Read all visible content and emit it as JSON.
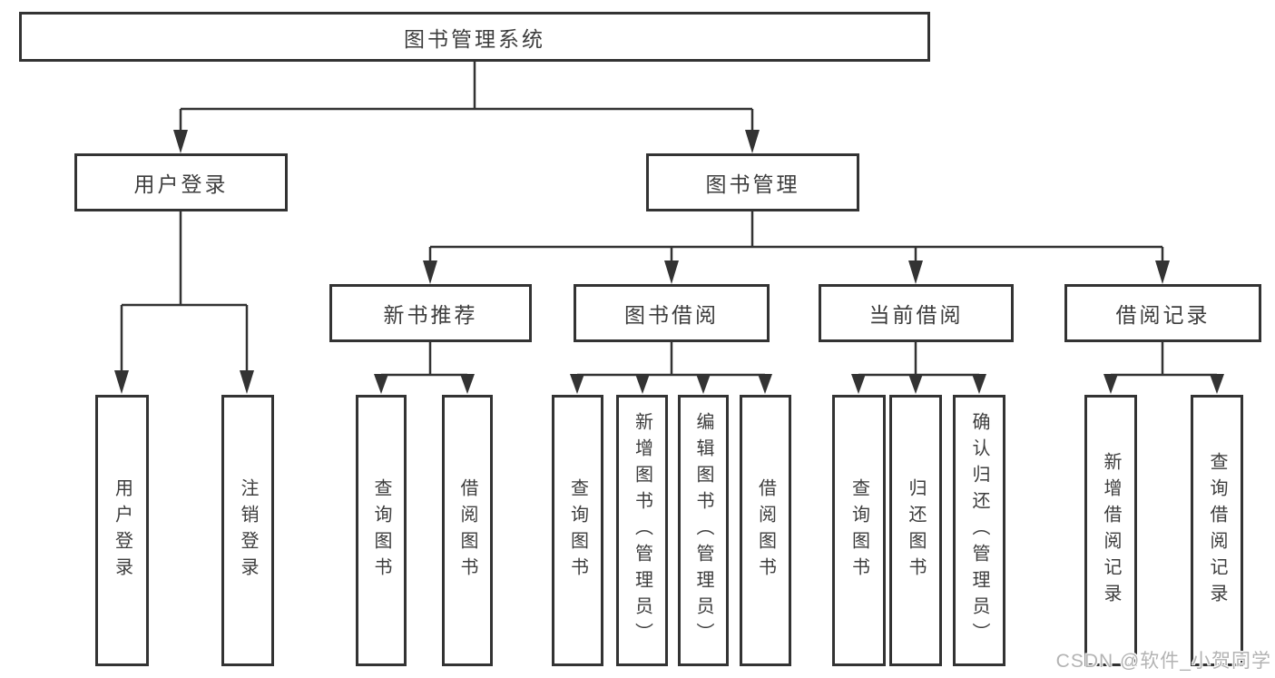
{
  "diagram": {
    "root": {
      "label": "图书管理系统"
    },
    "l2": [
      {
        "label": "用户登录",
        "parent": "图书管理系统"
      },
      {
        "label": "图书管理",
        "parent": "图书管理系统"
      }
    ],
    "l3": [
      {
        "label": "新书推荐",
        "parent": "图书管理"
      },
      {
        "label": "图书借阅",
        "parent": "图书管理"
      },
      {
        "label": "当前借阅",
        "parent": "图书管理"
      },
      {
        "label": "借阅记录",
        "parent": "图书管理"
      }
    ],
    "leaves": [
      {
        "label": "用户登录",
        "parent": "用户登录"
      },
      {
        "label": "注销登录",
        "parent": "用户登录"
      },
      {
        "label": "查询图书",
        "parent": "新书推荐"
      },
      {
        "label": "借阅图书",
        "parent": "新书推荐"
      },
      {
        "label": "查询图书",
        "parent": "图书借阅"
      },
      {
        "label": "新增图书（管理员）",
        "parent": "图书借阅"
      },
      {
        "label": "编辑图书（管理员）",
        "parent": "图书借阅"
      },
      {
        "label": "借阅图书",
        "parent": "图书借阅"
      },
      {
        "label": "查询图书",
        "parent": "当前借阅"
      },
      {
        "label": "归还图书",
        "parent": "当前借阅"
      },
      {
        "label": "确认归还（管理员）",
        "parent": "当前借阅"
      },
      {
        "label": "新增借阅记录",
        "parent": "借阅记录"
      },
      {
        "label": "查询借阅记录",
        "parent": "借阅记录"
      }
    ]
  },
  "watermark": "CSDN @软件_小贺同学",
  "colors": {
    "line": "#333333",
    "box_border": "#333333",
    "text": "#3d3d3d",
    "watermark": "#b3b3b3",
    "background": "#ffffff"
  }
}
